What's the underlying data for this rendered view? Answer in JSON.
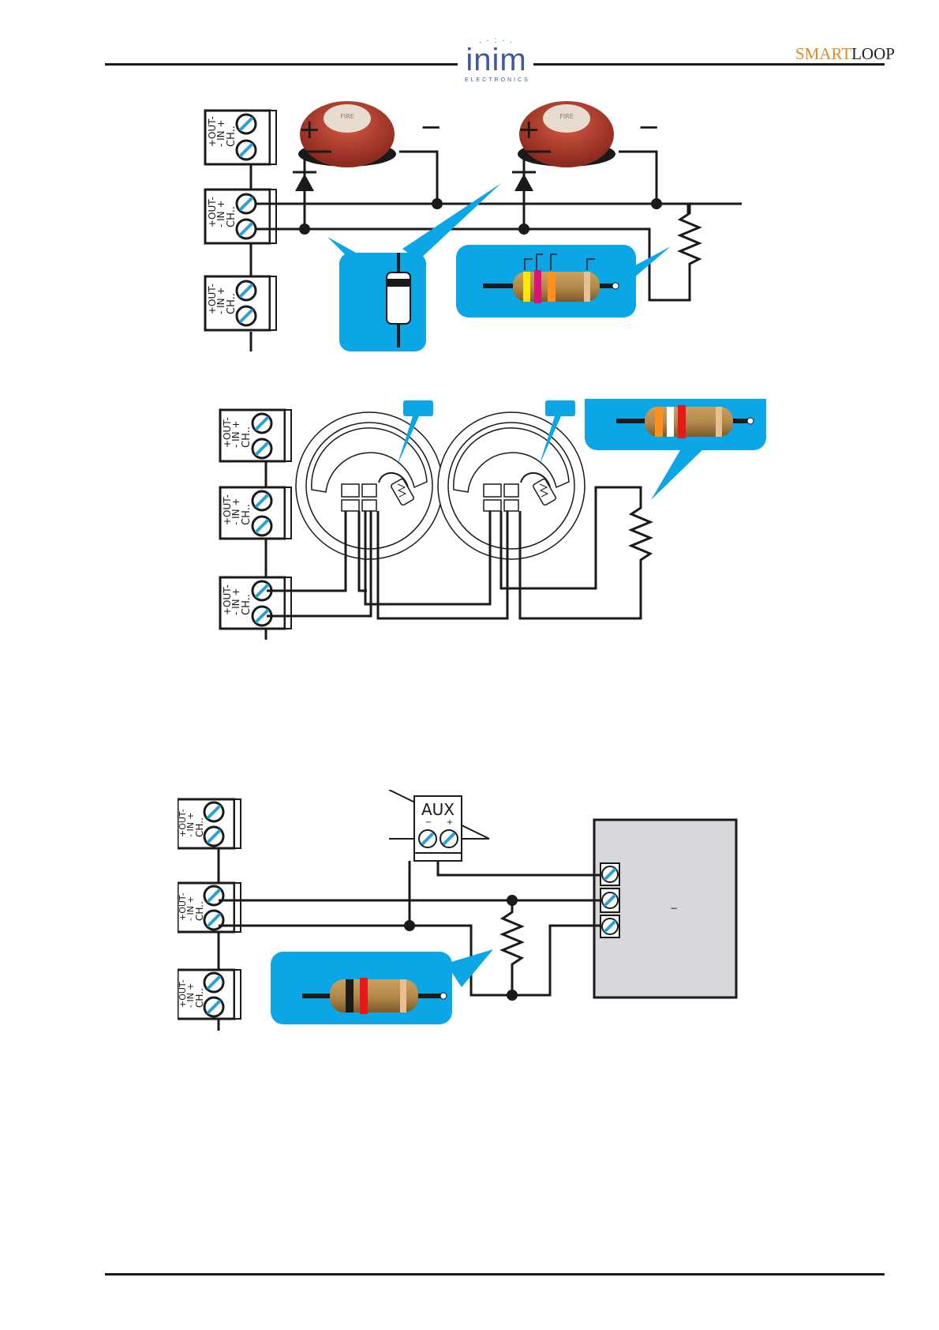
{
  "header": {
    "logo_text": "inim",
    "logo_subtext": "ELECTRONICS",
    "brand_part1": "SMART",
    "brand_part2": "LOOP"
  },
  "terminal_labels": {
    "out": "+OUT-",
    "in": "- IN +",
    "ch": "CH.."
  },
  "diagram1": {
    "plus_symbol": "+",
    "minus_symbol": "−",
    "sounder_label": "FIRE"
  },
  "diagram3": {
    "aux_title": "AUX",
    "aux_minus": "−",
    "aux_plus": "+",
    "panel_mark": "−"
  },
  "colors": {
    "wire": "#1a1a1a",
    "callout": "#0aa6e6",
    "sounder": "#b13a2a",
    "panel": "#d6d8db",
    "screw": "#2aa0d8"
  }
}
